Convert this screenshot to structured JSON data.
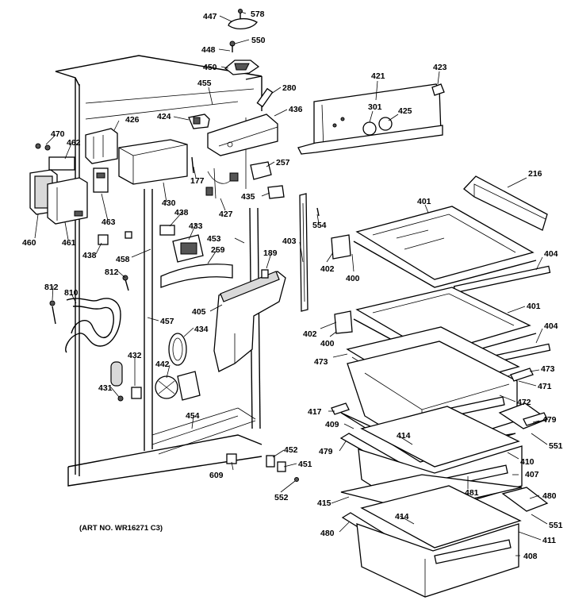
{
  "caption": "(ART NO. WR16271 C3)",
  "labels": [
    {
      "text": "447"
    },
    {
      "text": "578"
    },
    {
      "text": "550"
    },
    {
      "text": "448"
    },
    {
      "text": "450"
    },
    {
      "text": "455"
    },
    {
      "text": "280"
    },
    {
      "text": "436"
    },
    {
      "text": "424"
    },
    {
      "text": "426"
    },
    {
      "text": "470"
    },
    {
      "text": "462"
    },
    {
      "text": "460"
    },
    {
      "text": "461"
    },
    {
      "text": "463"
    },
    {
      "text": "430"
    },
    {
      "text": "177"
    },
    {
      "text": "257"
    },
    {
      "text": "427"
    },
    {
      "text": "435"
    },
    {
      "text": "438"
    },
    {
      "text": "438"
    },
    {
      "text": "433"
    },
    {
      "text": "453"
    },
    {
      "text": "259"
    },
    {
      "text": "458"
    },
    {
      "text": "812"
    },
    {
      "text": "812"
    },
    {
      "text": "810"
    },
    {
      "text": "457"
    },
    {
      "text": "405"
    },
    {
      "text": "434"
    },
    {
      "text": "189"
    },
    {
      "text": "403"
    },
    {
      "text": "554"
    },
    {
      "text": "432"
    },
    {
      "text": "442"
    },
    {
      "text": "431"
    },
    {
      "text": "454"
    },
    {
      "text": "609"
    },
    {
      "text": "452"
    },
    {
      "text": "451"
    },
    {
      "text": "552"
    },
    {
      "text": "421"
    },
    {
      "text": "423"
    },
    {
      "text": "301"
    },
    {
      "text": "425"
    },
    {
      "text": "216"
    },
    {
      "text": "401"
    },
    {
      "text": "404"
    },
    {
      "text": "402"
    },
    {
      "text": "400"
    },
    {
      "text": "401"
    },
    {
      "text": "404"
    },
    {
      "text": "402"
    },
    {
      "text": "400"
    },
    {
      "text": "473"
    },
    {
      "text": "473"
    },
    {
      "text": "471"
    },
    {
      "text": "472"
    },
    {
      "text": "417"
    },
    {
      "text": "479"
    },
    {
      "text": "409"
    },
    {
      "text": "414"
    },
    {
      "text": "551"
    },
    {
      "text": "479"
    },
    {
      "text": "410"
    },
    {
      "text": "407"
    },
    {
      "text": "481"
    },
    {
      "text": "415"
    },
    {
      "text": "480"
    },
    {
      "text": "414"
    },
    {
      "text": "551"
    },
    {
      "text": "480"
    },
    {
      "text": "411"
    },
    {
      "text": "408"
    }
  ]
}
